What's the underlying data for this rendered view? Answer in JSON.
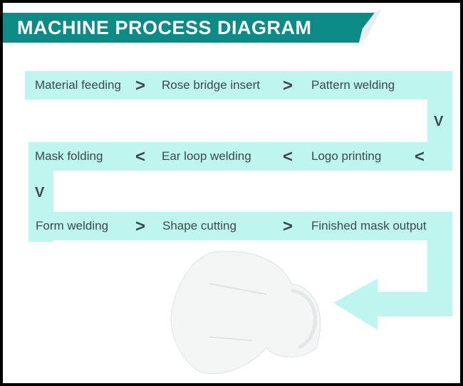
{
  "title": "MACHINE PROCESS DIAGRAM",
  "colors": {
    "banner": "#0b8a86",
    "band": "#bff5ef",
    "text": "#3a4a4a"
  },
  "rows": [
    {
      "direction": "right",
      "steps": [
        "Material feeding",
        "Rose bridge insert",
        "Pattern welding"
      ],
      "arrow": ">"
    },
    {
      "direction": "left",
      "steps": [
        "Mask folding",
        "Ear loop welding",
        "Logo printing"
      ],
      "arrow": "<"
    },
    {
      "direction": "right",
      "steps": [
        "Form welding",
        "Shape cutting",
        "Finished mask output"
      ],
      "arrow": ">"
    }
  ],
  "down_arrow": "V",
  "image": "kn95-mask"
}
